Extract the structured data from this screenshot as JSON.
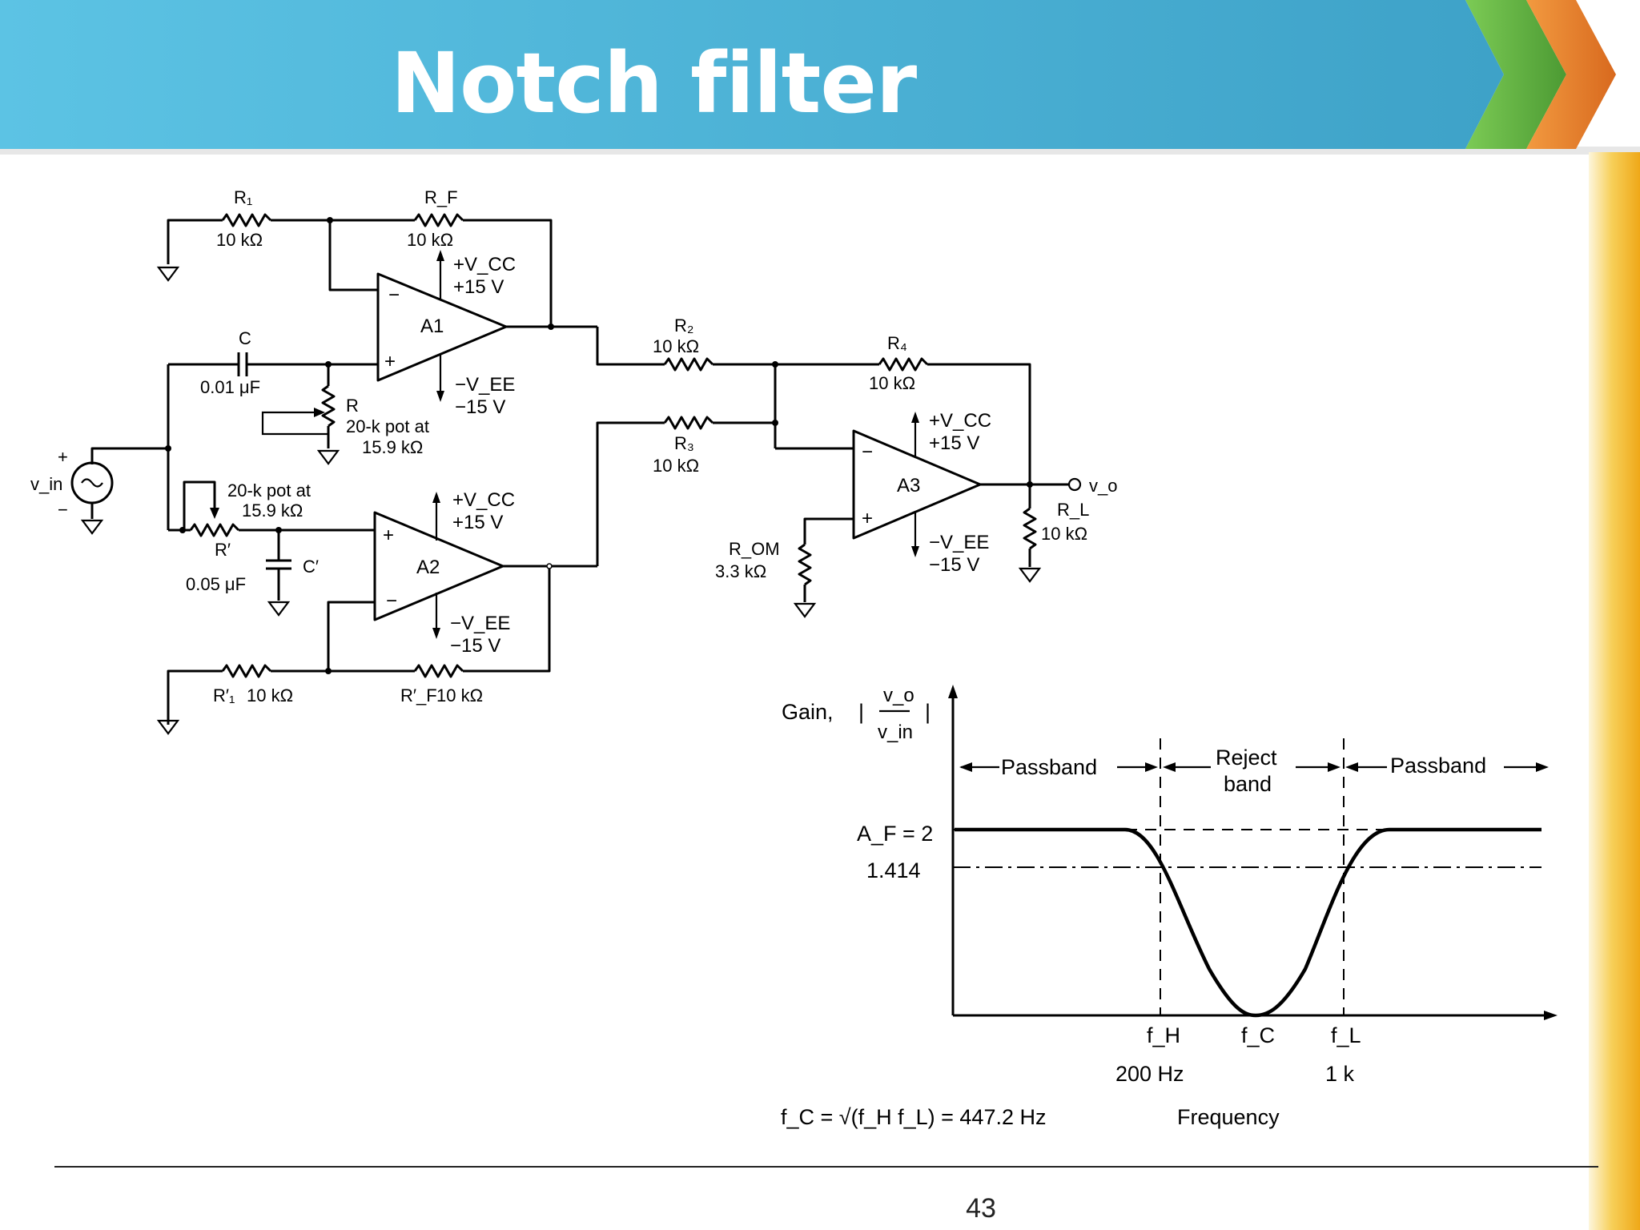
{
  "slide": {
    "title": "Notch filter",
    "page_number": "43",
    "colors": {
      "title_bar": "#4fb4d6",
      "chevron_green": "#5aae3e",
      "chevron_orange": "#e8822a",
      "side_stripe": "#f2b52a"
    }
  },
  "circuit": {
    "r1": {
      "name": "R₁",
      "value": "10 kΩ"
    },
    "rf": {
      "name": "R_F",
      "value": "10 kΩ"
    },
    "a1": {
      "name": "A1",
      "vcc": "+V_CC",
      "vcc_val": "+15 V",
      "vee": "−V_EE",
      "vee_val": "−15 V"
    },
    "c": {
      "name": "C",
      "value": "0.01 μF"
    },
    "r": {
      "name": "R",
      "desc": "20-k pot at",
      "value": "15.9 kΩ"
    },
    "vin": {
      "name": "v_in",
      "plus": "+",
      "minus": "−"
    },
    "rprime": {
      "name": "R′",
      "desc": "20-k pot at",
      "value": "15.9 kΩ"
    },
    "cprime": {
      "name": "C′",
      "value": "0.05 μF"
    },
    "a2": {
      "name": "A2",
      "vcc": "+V_CC",
      "vcc_val": "+15 V",
      "vee": "−V_EE",
      "vee_val": "−15 V"
    },
    "r1prime": {
      "name": "R′₁",
      "value": "10 kΩ"
    },
    "rfprime": {
      "name": "R′_F",
      "value": "10 kΩ"
    },
    "r2": {
      "name": "R₂",
      "value": "10 kΩ"
    },
    "r3": {
      "name": "R₃",
      "value": "10 kΩ"
    },
    "r4": {
      "name": "R₄",
      "value": "10 kΩ"
    },
    "a3": {
      "name": "A3",
      "vcc": "+V_CC",
      "vcc_val": "+15 V",
      "vee": "−V_EE",
      "vee_val": "−15 V"
    },
    "rom": {
      "name": "R_OM",
      "value": "3.3 kΩ"
    },
    "rl": {
      "name": "R_L",
      "value": "10 kΩ"
    },
    "vo": {
      "name": "v_o"
    }
  },
  "response_plot": {
    "ylabel_prefix": "Gain,",
    "ylabel_num": "v_o",
    "ylabel_den": "v_in",
    "xlabel": "Frequency",
    "passband_left": "Passband",
    "reject_band_1": "Reject",
    "reject_band_2": "band",
    "passband_right": "Passband",
    "af_label": "A_F = 2",
    "level_label": "1.414",
    "fh_label": "f_H",
    "fc_label": "f_C",
    "fl_label": "f_L",
    "fh_value": "200 Hz",
    "fl_value": "1 k",
    "formula": "f_C = √(f_H f_L) = 447.2 Hz"
  }
}
